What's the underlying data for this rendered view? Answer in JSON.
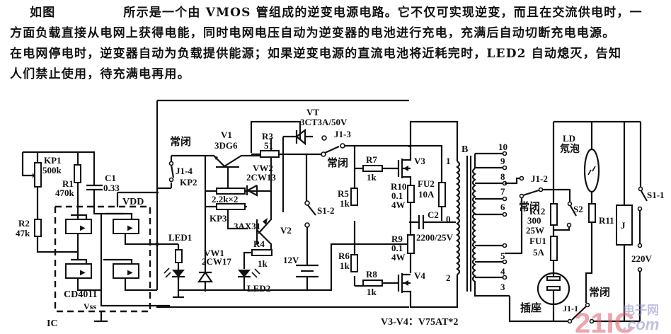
{
  "description": {
    "line1_a": "如图",
    "line1_b": "所示是一个由 VMOS 管组成的逆变电源电路。它不仅可实现逆变，而且在交流供电时，一",
    "line2": "方面负载直接从电网上获得电能，同时电网电压自动为逆变器的电池进行充电，充满后自动切断充电电源。",
    "line3": "在电网停电时，逆变器自动为负载提供能源；如果逆变电源的直流电池将近耗完时，LED2 自动熄灭，告知",
    "line4": "人们禁止使用，待充满电再用。"
  },
  "schematic": {
    "kp1": "KP1",
    "kp1_val": "500k",
    "r1": "R1",
    "r1_val": "470k",
    "r2": "R2",
    "r2_val": "47k",
    "c1": "C1",
    "c1_val": "0.33",
    "vdd": "VDD",
    "ic_chip": "CD4011",
    "vss": "Vss",
    "ic": "IC",
    "nc1": "常闭",
    "j1_4": "J1-4",
    "led1": "LED1",
    "v1": "V1",
    "v1_type": "3DG6",
    "kp2": "KP2",
    "kp_val": "2.2k×2",
    "kp3": "KP3",
    "vw2": "VW2",
    "vw2_type": "2CW13",
    "v2": "V2",
    "v2_type": "3AX31",
    "vw1": "VW1",
    "vw1_type": "2CW17",
    "r4": "R4",
    "r4_val": "1k",
    "led2": "LED2",
    "r3": "R3",
    "r3_val": "51",
    "vt": "VT",
    "vt_type": "3CT3A/50V",
    "j1_3": "J1-3",
    "nc2": "常闭",
    "s1_2": "S1-2",
    "battery": "12V",
    "r5": "R5",
    "r5_val": "1k",
    "r6": "R6",
    "r6_val": "1k",
    "r7": "R7",
    "r7_val": "1k",
    "r8": "R8",
    "r8_val": "1k",
    "v3": "V3",
    "v4": "V4",
    "r10": "R10",
    "r10_val": "0.1",
    "r10_w": "4W",
    "r9": "R9",
    "r9_val": "0.1",
    "r9_w": "4W",
    "fu2": "FU2",
    "fu2_val": "10A",
    "c2": "C2",
    "c2_val": "2200/25V",
    "mos_note": "V3-V4：V75AT*2",
    "transformer": "B",
    "pri_taps": [
      "1",
      "0",
      "2"
    ],
    "sec_taps": [
      "10",
      "9",
      "8",
      "7",
      "6",
      "5",
      "4",
      "3"
    ],
    "j1_2": "J1-2",
    "nc3": "常闭",
    "r12": "R12",
    "r12_val": "300",
    "r12_w": "25W",
    "s2": "S2",
    "fu1": "FU1",
    "fu1_val": "5A",
    "socket": "插座",
    "ld": "LD",
    "ld_name": "氖泡",
    "r11": "R11",
    "relay": "J",
    "s1_1": "S1-1",
    "mains": "220V",
    "j1_1": "J1-1",
    "nc4": "常闭"
  },
  "watermark": {
    "brand": "21IC",
    "cn": "电子网",
    "domain": ".com"
  }
}
